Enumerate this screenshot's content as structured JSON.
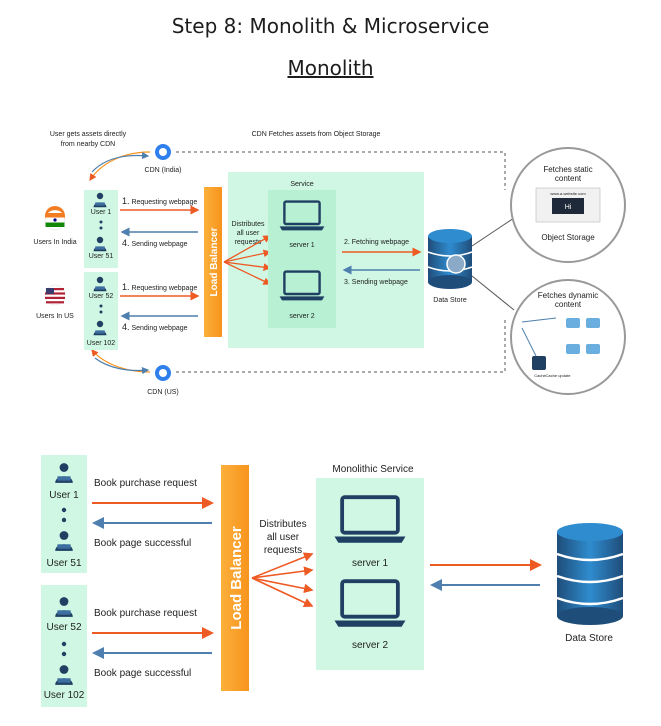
{
  "titles": {
    "step": "Step 8: Monolith & Microservice",
    "sub": "Monolith"
  },
  "top": {
    "note_left": [
      "User gets assets directly",
      "from nearby CDN"
    ],
    "note_center": "CDN Fetches assets from Object Storage",
    "cdn_india": "CDN (India)",
    "cdn_us": "CDN (US)",
    "region_india": "Users In India",
    "region_us": "Users In US",
    "users": [
      "User 1",
      "User 51",
      "User 52",
      "User 102"
    ],
    "requesting": "Requesting webpage",
    "sending": "Sending webpage",
    "num_req": "1.",
    "num_send": "4.",
    "load_balancer": "Load Balancer",
    "distributes": [
      "Distributes",
      "all user",
      "requests"
    ],
    "service": "Service",
    "server1": "server 1",
    "server2": "server 2",
    "fetching": "2. Fetching webpage",
    "sending_back": "3. Sending webpage",
    "data_store": "Data Store",
    "static_title": [
      "Fetches static",
      "content"
    ],
    "object_storage": "Object Storage",
    "browser_text": "Hi",
    "browser_url": "www.a-website.com",
    "dynamic_title": [
      "Fetches dynamic",
      "content"
    ],
    "dynamic_labels": [
      "Cache",
      "Cache update"
    ],
    "colors": {
      "green": "#cff7e3",
      "navy": "#1f3f63",
      "orange": "#f7941d",
      "blue": "#4e7fae"
    }
  },
  "bottom": {
    "users": [
      "User 1",
      "User 51",
      "User 52",
      "User 102"
    ],
    "purchase": "Book purchase request",
    "success": "Book page successful",
    "load_balancer": "Load Balancer",
    "distributes": [
      "Distributes",
      "all user",
      "requests"
    ],
    "service": "Monolithic Service",
    "server1": "server 1",
    "server2": "server 2",
    "data_store": "Data Store"
  }
}
